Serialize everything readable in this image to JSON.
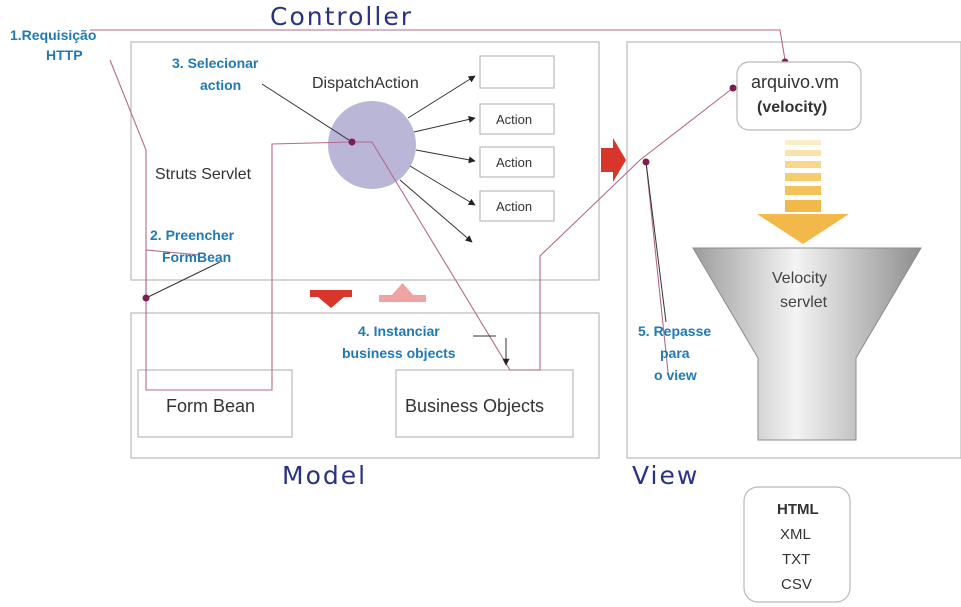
{
  "titles": {
    "controller": "Controller",
    "model": "Model",
    "view": "View"
  },
  "steps": {
    "s1_line1": "1.Requisição",
    "s1_line2": "HTTP",
    "s2_line1": "2. Preencher",
    "s2_line2": "FormBean",
    "s3_line1": "3. Selecionar",
    "s3_line2": "action",
    "s4_line1": "4. Instanciar",
    "s4_line2": "business objects",
    "s5_line1": "5. Repasse",
    "s5_line2": "para",
    "s5_line3": "o view"
  },
  "controller": {
    "servlet": "Struts Servlet",
    "dispatch": "DispatchAction",
    "actions": [
      "Action",
      "Action",
      "Action"
    ]
  },
  "model": {
    "form_bean": "Form Bean",
    "business_objects": "Business Objects"
  },
  "view": {
    "template_file": "arquivo.vm",
    "template_engine": "(velocity)",
    "servlet_line1": "Velocity",
    "servlet_line2": "servlet",
    "formats": [
      "HTML",
      "XML",
      "TXT",
      "CSV"
    ]
  },
  "colors": {
    "title": "#2a3283",
    "step": "#1f7ab3",
    "flow_line": "#b46a8d",
    "dispatch_circle": "#b9b6d8",
    "arrow_red": "#d9362b",
    "arrow_pink": "#f0a3a3",
    "velocity_arrow": "#f2b84a"
  }
}
